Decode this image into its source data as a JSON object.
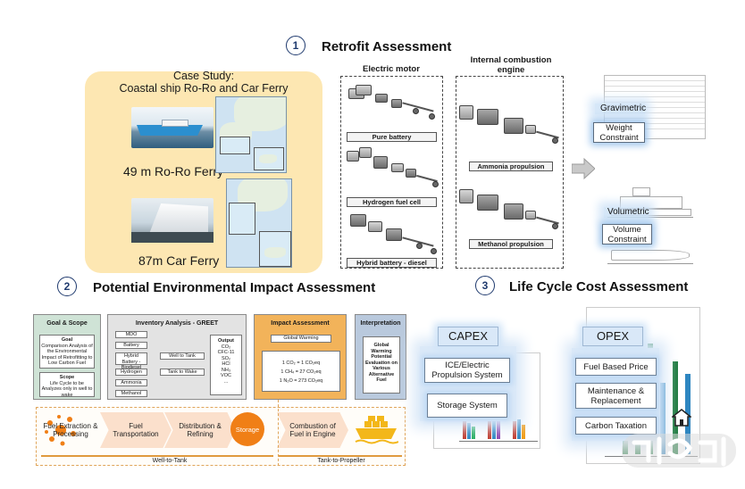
{
  "sections": {
    "retrofit": {
      "number": "1",
      "title": "Retrofit Assessment"
    },
    "environmental": {
      "number": "2",
      "title": "Potential Environmental Impact Assessment"
    },
    "lcc": {
      "number": "3",
      "title": "Life Cycle Cost Assessment"
    }
  },
  "case_study": {
    "title_line1": "Case Study:",
    "title_line2": "Coastal ship Ro-Ro and Car Ferry",
    "ship1": "49 m Ro-Ro Ferry",
    "ship2": "87m Car Ferry"
  },
  "propulsion": {
    "electric_title": "Electric motor",
    "ice_title_line1": "Internal combustion",
    "ice_title_line2": "engine",
    "pure_battery": "Pure battery",
    "hydrogen": "Hydrogen fuel cell",
    "hybrid": "Hybrid battery - diesel",
    "ammonia": "Ammonia propulsion",
    "methanol": "Methanol propulsion"
  },
  "constraints": {
    "gravimetric": "Gravimetric",
    "weight_line1": "Weight",
    "weight_line2": "Constraint",
    "volumetric": "Volumetric",
    "volume_line1": "Volume",
    "volume_line2": "Constraint"
  },
  "lca": {
    "goal_scope_title": "Goal & Scope",
    "goal_label": "Goal",
    "goal_text": "Comparison Analysis of the Environmental Impact of Retrofitting to Low Carbon Fuel",
    "scope_label": "Scope",
    "scope_text": "Life Cycle to be Analyzes only in well to wake",
    "inventory_title": "Inventory Analysis - GREET",
    "inv_items": [
      "MDO",
      "Battery",
      "Hybrid Battery - Biodiesel",
      "Hydrogen",
      "Ammonia",
      "Methanol"
    ],
    "well_to_tank": "Well to Tank",
    "tank_to_wake": "Tank to Wake",
    "output_label": "Output",
    "outputs": [
      "CO₂",
      "CFC-11",
      "SO₂",
      "HCl",
      "NH₃",
      "VOC",
      "..."
    ],
    "impact_title": "Impact Assessment",
    "global_warming": "Global Warming",
    "impact_lines": [
      "1 CO₂ = 1 CO₂eq",
      "1 CH₄ = 27 CO₂eq",
      "1 N₂O = 273 CO₂eq"
    ],
    "interp_title": "Interpretation",
    "interp_text": "Global Warming Potential Evaluation on Various Alternative Fuel"
  },
  "chain": {
    "step1": "Fuel Extraction & Processing",
    "step2": "Fuel Transportation",
    "step3": "Distribution & Refining",
    "storage": "Storage",
    "step5": "Combustion of Fuel in Engine",
    "wtt": "Well-to-Tank",
    "ttp": "Tank-to-Propeller"
  },
  "costs": {
    "capex": "CAPEX",
    "capex_items": [
      "ICE/Electric Propulsion System",
      "Storage System"
    ],
    "opex": "OPEX",
    "opex_items": [
      "Fuel Based Price",
      "Maintenance & Replacement",
      "Carbon Taxation"
    ]
  },
  "colors": {
    "accent_blue": "#1f3a6e",
    "case_bg": "#fde7b2",
    "storage_orange": "#f07f16",
    "impact_orange": "#f2b35a"
  }
}
